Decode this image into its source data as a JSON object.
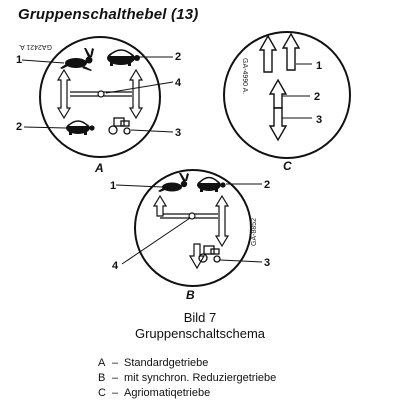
{
  "heading": "Gruppenschalthebel (13)",
  "diagram_a": {
    "panel": "A",
    "code": "GA2421 A.",
    "callouts": [
      "1",
      "2",
      "4",
      "2",
      "3"
    ]
  },
  "diagram_b": {
    "panel": "B",
    "code": "GA-8852",
    "callouts": [
      "1",
      "2",
      "4",
      "3"
    ]
  },
  "diagram_c": {
    "panel": "C",
    "code": "GA-4990 A.",
    "callouts": [
      "1",
      "2",
      "3"
    ]
  },
  "caption": {
    "line1": "Bild 7",
    "line2": "Gruppenschaltschema"
  },
  "legend": [
    {
      "key": "A",
      "dash": "–",
      "text": "Standardgetriebe"
    },
    {
      "key": "B",
      "dash": "–",
      "text": "mit synchron. Reduziergetriebe"
    },
    {
      "key": "C",
      "dash": "–",
      "text": "Agriomatiqetriebe"
    }
  ]
}
